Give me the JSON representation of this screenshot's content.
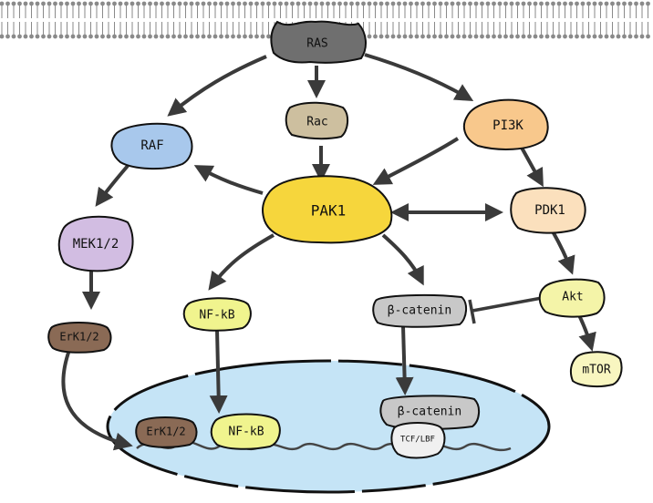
{
  "nodes": {
    "ras": "RAS",
    "rac": "Rac",
    "pi3k": "PI3K",
    "raf": "RAF",
    "pak1": "PAK1",
    "pdk1": "PDK1",
    "mek": "MEK1/2",
    "nfkb": "NF-kB",
    "bcatenin": "β-catenin",
    "akt": "Akt",
    "erk": "ErK1/2",
    "mtor": "mTOR",
    "erk_nuc": "ErK1/2",
    "nfkb_nuc": "NF-kB",
    "bcatenin_nuc": "β-catenin",
    "tcf": "TCF/LBF"
  },
  "colors": {
    "membrane": "#8a8a8a",
    "nucleus": "#c5e4f6",
    "arrow": "#3a3a3a",
    "ras": "#6f6f6f",
    "rac": "#cdbf9f",
    "pi3k": "#f8c88c",
    "raf": "#a8c8ec",
    "pak1": "#f6d63c",
    "pdk1": "#fbe0bd",
    "mek": "#d2bde2",
    "nfkb": "#f0f48e",
    "bcatenin": "#c8c8c8",
    "akt": "#f4f4a8",
    "erk": "#8a6a55",
    "mtor": "#f8f6c0",
    "tcf": "#f0f0f0"
  }
}
